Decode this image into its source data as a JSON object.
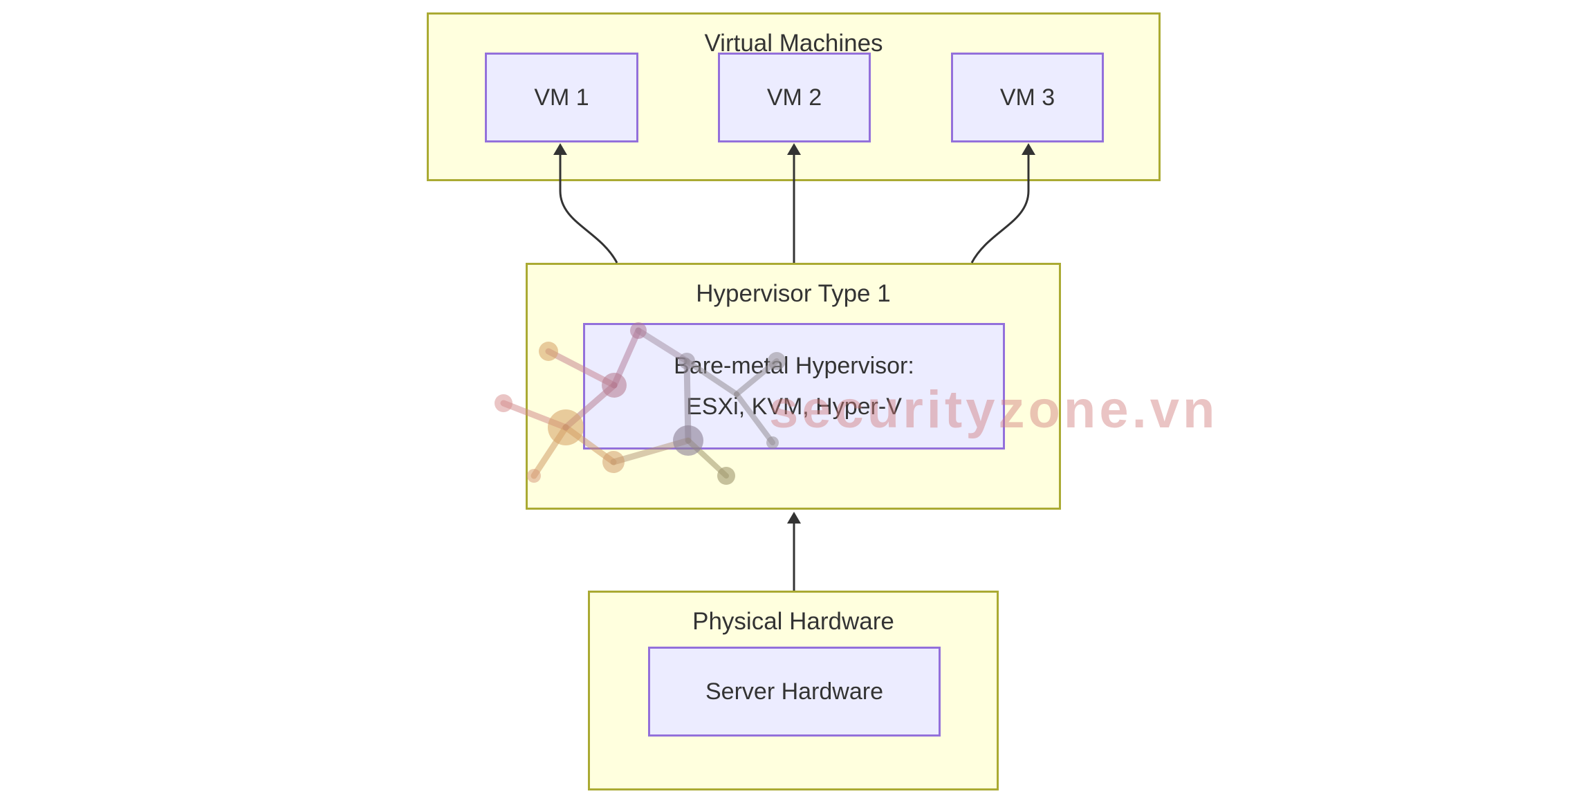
{
  "diagram": {
    "watermark": "securityzone.vn",
    "clusters": [
      {
        "id": "vms",
        "title": "Virtual Machines",
        "nodes": [
          {
            "id": "vm1",
            "label": "VM 1"
          },
          {
            "id": "vm2",
            "label": "VM 2"
          },
          {
            "id": "vm3",
            "label": "VM 3"
          }
        ]
      },
      {
        "id": "hypervisor",
        "title": "Hypervisor Type 1",
        "nodes": [
          {
            "id": "hv",
            "label_line1": "Bare-metal Hypervisor:",
            "label_line2": "ESXi, KVM, Hyper-V"
          }
        ]
      },
      {
        "id": "hardware",
        "title": "Physical Hardware",
        "nodes": [
          {
            "id": "server",
            "label": "Server Hardware"
          }
        ]
      }
    ],
    "edges": [
      {
        "from": "hypervisor",
        "to": "vm1",
        "direction": "up"
      },
      {
        "from": "hypervisor",
        "to": "vm2",
        "direction": "up"
      },
      {
        "from": "hypervisor",
        "to": "vm3",
        "direction": "up"
      },
      {
        "from": "hardware",
        "to": "hypervisor",
        "direction": "up"
      }
    ],
    "colors": {
      "cluster_fill": "#ffffde",
      "cluster_border": "#aaaa33",
      "node_fill": "#ececff",
      "node_border": "#9370db",
      "edge": "#333333",
      "text": "#333333",
      "watermark": "#d17d7d"
    }
  }
}
